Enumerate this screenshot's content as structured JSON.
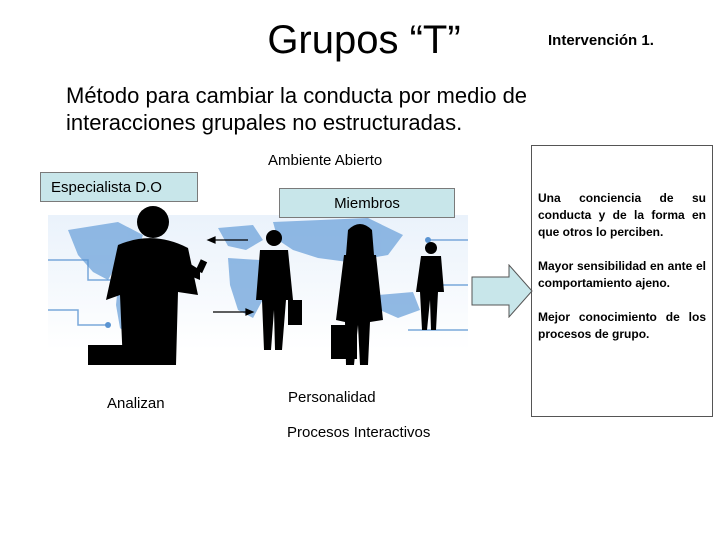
{
  "slide": {
    "title": "Grupos “T”",
    "intervention": "Intervención 1.",
    "subtitle": "Método para cambiar la conducta por medio de interacciones grupales no estructuradas."
  },
  "diagram": {
    "ambiente_label": "Ambiente Abierto",
    "especialista_label": "Especialista D.O",
    "miembros_label": "Miembros",
    "analizan_label": "Analizan",
    "personalidad_label": "Personalidad",
    "procesos_label": "Procesos Interactivos"
  },
  "outcomes": [
    "Una conciencia  de su conducta y de la forma en que otros lo perciben.",
    "Mayor sensibilidad en ante el comportamiento ajeno.",
    "Mejor conocimiento de los procesos de grupo."
  ],
  "colors": {
    "label_fill": "#c8e6ea",
    "arrow_fill": "#c8e6ea",
    "map_blue": "#4f8fd0"
  }
}
